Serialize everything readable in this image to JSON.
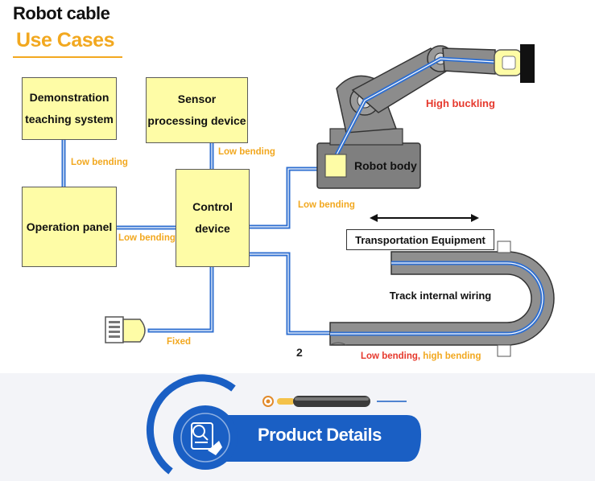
{
  "header": {
    "title": "Robot cable",
    "subtitle": "Use Cases"
  },
  "boxes": {
    "demonstration": "Demonstration teaching system",
    "sensor": "Sensor processing device",
    "operation_panel": "Operation panel",
    "control_device": "Control device",
    "robot_body": "Robot body",
    "transportation": "Transportation Equipment",
    "track_wiring": "Track internal wiring"
  },
  "labels": {
    "low_bending_1": "Low bending",
    "low_bending_2": "Low bending",
    "low_bending_3": "Low bending",
    "low_bending_4": "Low bending",
    "fixed": "Fixed",
    "high_buckling": "High buckling",
    "low_bending_part": "Low bending,",
    "high_bending_part": " high bending",
    "number": "2"
  },
  "footer": {
    "product_details": "Product Details"
  },
  "colors": {
    "accent_orange": "#f2a81f",
    "accent_red": "#e6392d",
    "cable_blue": "#2f6fd0",
    "box_yellow": "#fefca6",
    "brand_blue": "#1a5fc4"
  },
  "icons": {
    "connector": "plug-connector-icon",
    "gripper": "gripper-icon",
    "details": "search-document-icon"
  }
}
